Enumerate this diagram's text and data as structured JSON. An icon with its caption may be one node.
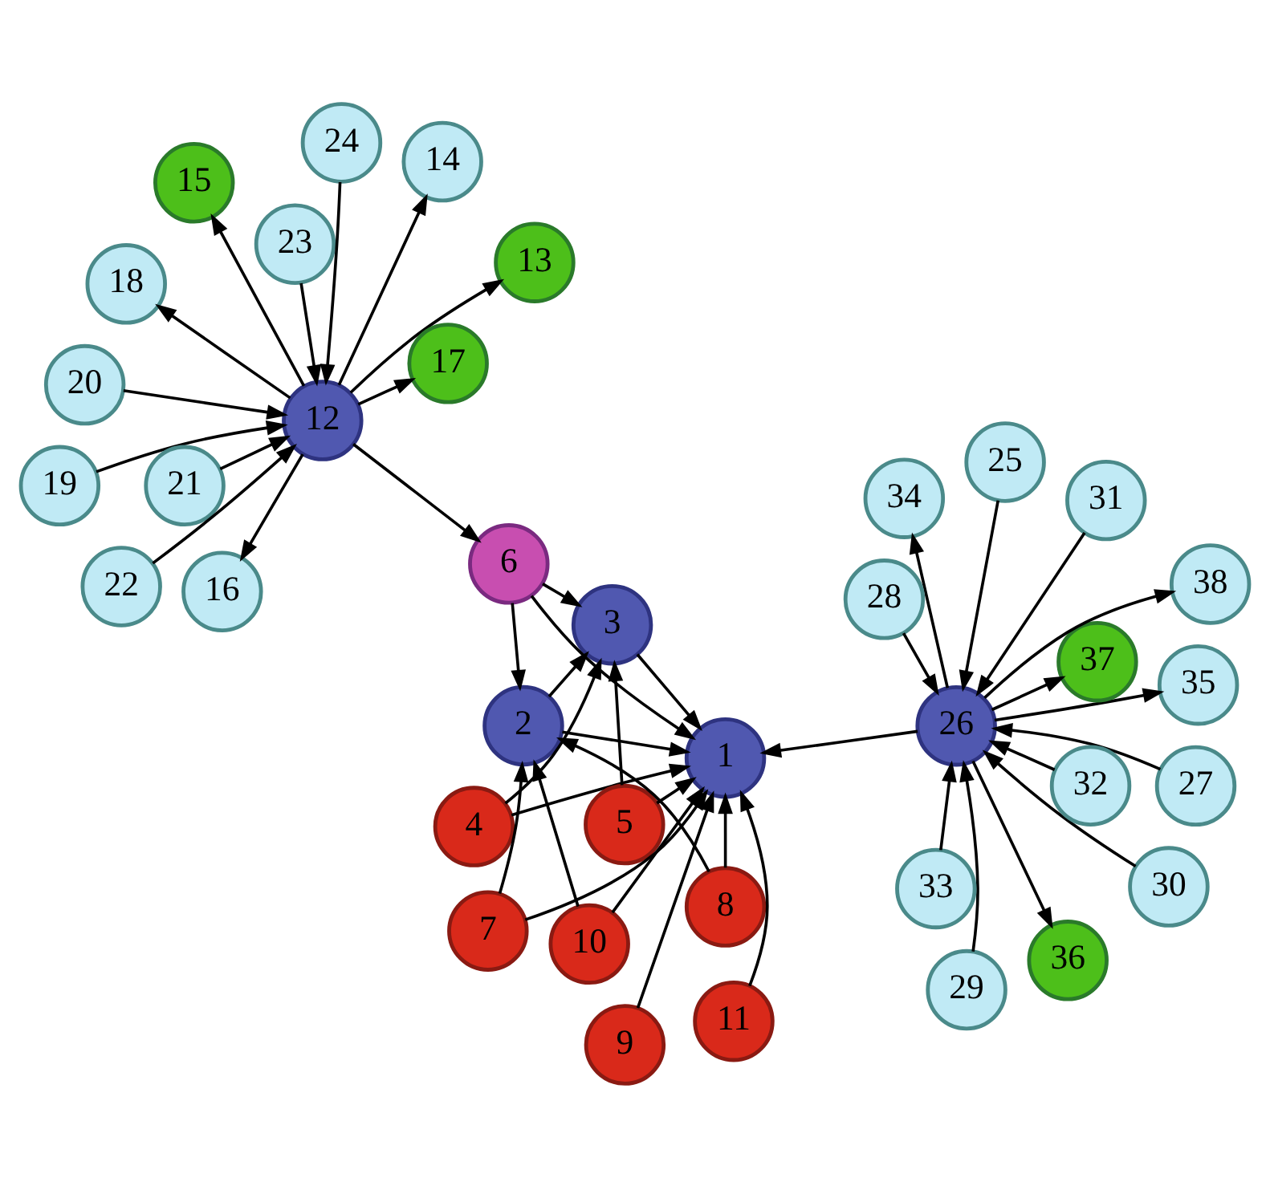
{
  "diagram": {
    "nodes": [
      {
        "text": [
          "1"
        ]
      },
      {
        "text": [
          "2"
        ]
      },
      {
        "text": [
          "3"
        ]
      },
      {
        "text": [
          "4"
        ]
      },
      {
        "text": [
          "5"
        ]
      },
      {
        "text": [
          "6"
        ]
      },
      {
        "text": [
          "7"
        ]
      },
      {
        "text": [
          "8"
        ]
      },
      {
        "text": [
          "9"
        ]
      },
      {
        "text": [
          "10"
        ]
      },
      {
        "text": [
          "11"
        ]
      },
      {
        "text": [
          "12"
        ]
      },
      {
        "text": [
          "13"
        ]
      },
      {
        "text": [
          "14"
        ]
      },
      {
        "text": [
          "15"
        ]
      },
      {
        "text": [
          "16"
        ]
      },
      {
        "text": [
          "17"
        ]
      },
      {
        "text": [
          "18"
        ]
      },
      {
        "text": [
          "19"
        ]
      },
      {
        "text": [
          "20"
        ]
      },
      {
        "text": [
          "21"
        ]
      },
      {
        "text": [
          "22"
        ]
      },
      {
        "text": [
          "23"
        ]
      },
      {
        "text": [
          "24"
        ]
      },
      {
        "text": [
          "25"
        ]
      },
      {
        "text": [
          "26"
        ]
      },
      {
        "text": [
          "27"
        ]
      },
      {
        "text": [
          "28"
        ]
      },
      {
        "text": [
          "29"
        ]
      },
      {
        "text": [
          "30"
        ]
      },
      {
        "text": [
          "31"
        ]
      },
      {
        "text": [
          "32"
        ]
      },
      {
        "text": [
          "33"
        ]
      },
      {
        "text": [
          "34"
        ]
      },
      {
        "text": [
          "35"
        ]
      },
      {
        "text": [
          "36"
        ]
      },
      {
        "text": [
          "37"
        ]
      },
      {
        "text": [
          "38"
        ]
      }
    ],
    "edges": [
      {
        "from": 25,
        "to": 0,
        "arrow": "to"
      },
      {
        "from": 10,
        "to": 0,
        "arrow": "to"
      },
      {
        "from": 8,
        "to": 0,
        "arrow": "to"
      },
      {
        "from": 9,
        "to": 0,
        "arrow": "to"
      },
      {
        "from": 7,
        "to": 0,
        "arrow": "to"
      },
      {
        "from": 6,
        "to": 0,
        "arrow": "to"
      },
      {
        "from": 1,
        "to": 0,
        "arrow": "to"
      },
      {
        "from": 3,
        "to": 0,
        "arrow": "to"
      },
      {
        "from": 4,
        "to": 0,
        "arrow": "to"
      },
      {
        "from": 2,
        "to": 0,
        "arrow": "to"
      },
      {
        "from": 5,
        "to": 0,
        "arrow": "to"
      },
      {
        "from": 9,
        "to": 1,
        "arrow": "to"
      },
      {
        "from": 7,
        "to": 1,
        "arrow": "to"
      },
      {
        "from": 6,
        "to": 1,
        "arrow": "to"
      },
      {
        "from": 5,
        "to": 1,
        "arrow": "to"
      },
      {
        "from": 1,
        "to": 2,
        "arrow": "to"
      },
      {
        "from": 5,
        "to": 2,
        "arrow": "to"
      },
      {
        "from": 3,
        "to": 2,
        "arrow": "to"
      },
      {
        "from": 4,
        "to": 2,
        "arrow": "to"
      },
      {
        "from": 11,
        "to": 5,
        "arrow": "to"
      },
      {
        "from": 31,
        "to": 25,
        "arrow": "to"
      },
      {
        "from": 32,
        "to": 25,
        "arrow": "to"
      },
      {
        "from": 28,
        "to": 25,
        "arrow": "to"
      },
      {
        "from": 30,
        "to": 25,
        "arrow": "to"
      },
      {
        "from": 29,
        "to": 25,
        "arrow": "to"
      },
      {
        "from": 27,
        "to": 25,
        "arrow": "to"
      },
      {
        "from": 24,
        "to": 25,
        "arrow": "to"
      },
      {
        "from": 26,
        "to": 25,
        "arrow": "to"
      },
      {
        "from": 25,
        "to": 33,
        "arrow": "to"
      },
      {
        "from": 25,
        "to": 34,
        "arrow": "to"
      },
      {
        "from": 25,
        "to": 35,
        "arrow": "to"
      },
      {
        "from": 25,
        "to": 36,
        "arrow": "to"
      },
      {
        "from": 25,
        "to": 37,
        "arrow": "to"
      },
      {
        "from": 21,
        "to": 11,
        "arrow": "to"
      },
      {
        "from": 22,
        "to": 11,
        "arrow": "to"
      },
      {
        "from": 20,
        "to": 11,
        "arrow": "to"
      },
      {
        "from": 19,
        "to": 11,
        "arrow": "to"
      },
      {
        "from": 23,
        "to": 11,
        "arrow": "to"
      },
      {
        "from": 18,
        "to": 11,
        "arrow": "to"
      },
      {
        "from": 11,
        "to": 17,
        "arrow": "to"
      },
      {
        "from": 11,
        "to": 16,
        "arrow": "to"
      },
      {
        "from": 11,
        "to": 15,
        "arrow": "to"
      },
      {
        "from": 11,
        "to": 14,
        "arrow": "to"
      },
      {
        "from": 11,
        "to": 13,
        "arrow": "to"
      },
      {
        "from": 11,
        "to": 12,
        "arrow": "to"
      }
    ]
  }
}
